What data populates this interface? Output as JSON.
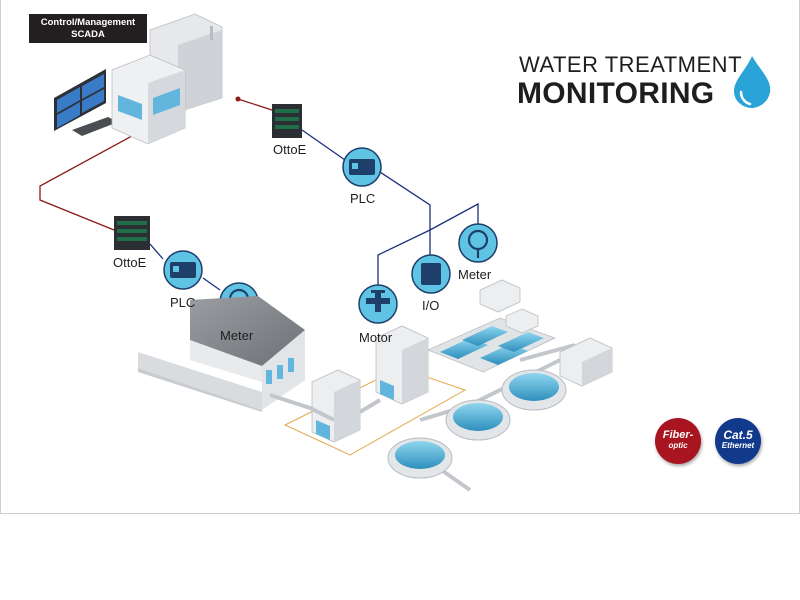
{
  "scada_label": {
    "line1": "Control/Management",
    "line2": "SCADA"
  },
  "title": {
    "line1": "WATER TREATMENT",
    "line2": "MONITORING"
  },
  "nodes": {
    "ottoe_top": "OttoE",
    "plc_top": "PLC",
    "ottoe_left": "OttoE",
    "plc_left": "PLC",
    "meter_left": "Meter",
    "motor": "Motor",
    "io": "I/O",
    "meter_right": "Meter"
  },
  "legend": {
    "fiber": {
      "line1": "Fiber-",
      "line2": "optic",
      "color": "#a8141f"
    },
    "cat5": {
      "line1": "Cat.5",
      "line2": "Ethernet",
      "color": "#123a8c"
    }
  },
  "colors": {
    "fiber_line": "#8b1a1a",
    "ethernet_line": "#1c2f7a",
    "icon_circle": "#5fc3e4",
    "water": "#4fb2d8",
    "drop": "#29a3d8"
  },
  "icons": [
    "monitors-icon",
    "building-icon",
    "switch-icon",
    "plc-icon",
    "meter-icon",
    "motor-valve-icon",
    "io-module-icon",
    "water-drop-icon"
  ]
}
